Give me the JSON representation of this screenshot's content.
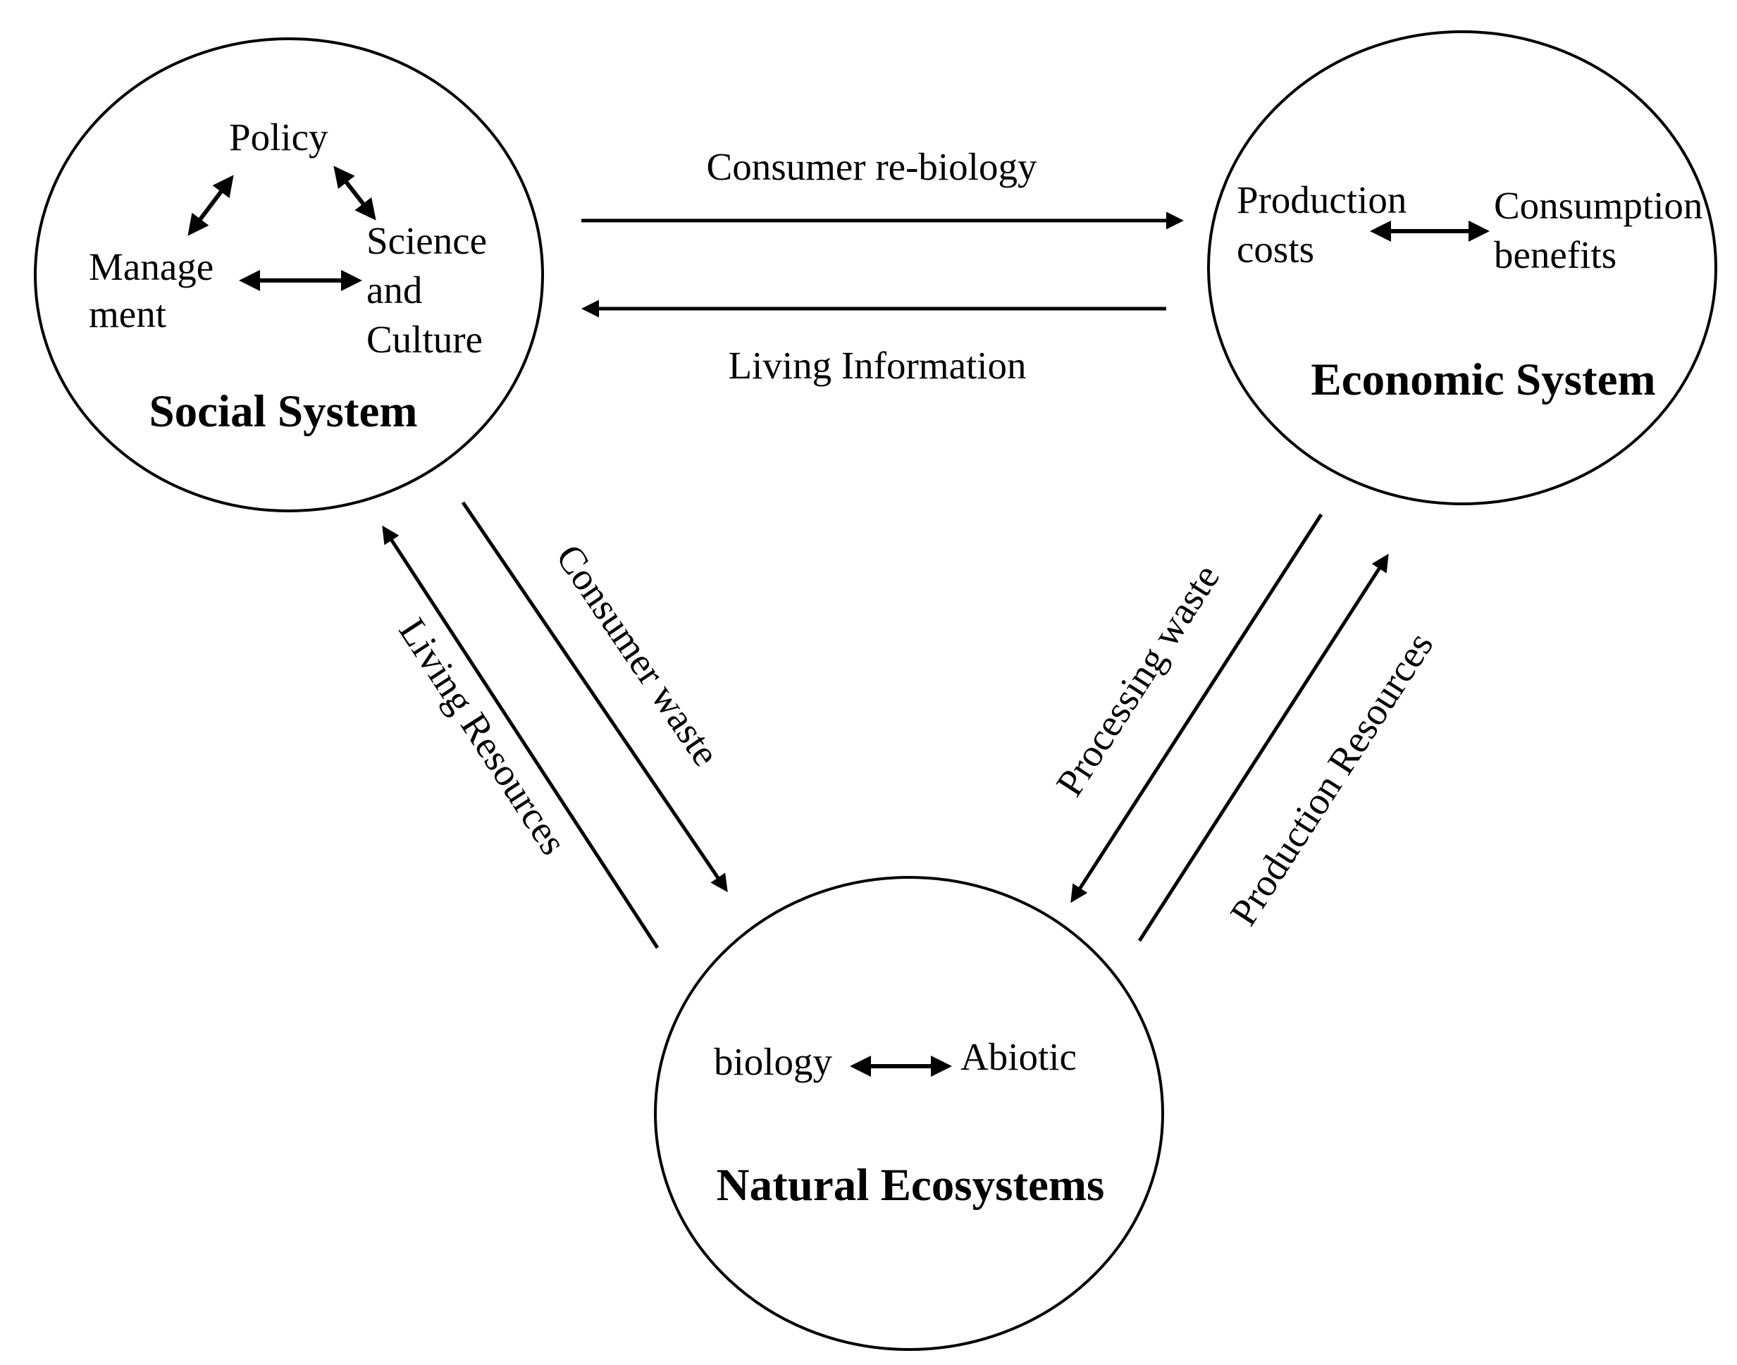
{
  "social": {
    "title": "Social System",
    "policy": "Policy",
    "management": [
      "Manage",
      "ment"
    ],
    "science": [
      "Science",
      "and",
      "Culture"
    ]
  },
  "economic": {
    "title": "Economic System",
    "production": [
      "Production",
      "costs"
    ],
    "consumption": [
      "Consumption",
      "benefits"
    ]
  },
  "natural": {
    "title": "Natural Ecosystems",
    "biology": "biology",
    "abiotic": "Abiotic"
  },
  "flows": {
    "consumer_rebiology": "Consumer re-biology",
    "living_information": "Living Information",
    "living_resources": "Living Resources",
    "consumer_waste": "Consumer waste",
    "processing_waste": "Processing waste",
    "production_resources": "Production Resources"
  }
}
